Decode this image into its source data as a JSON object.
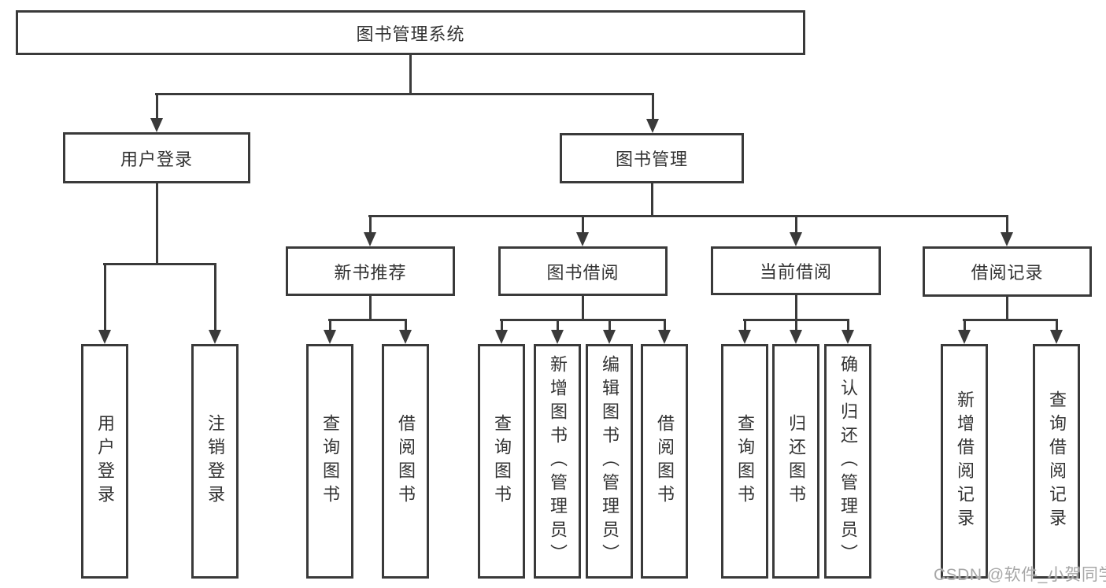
{
  "diagram": {
    "root": {
      "label": "图书管理系统"
    },
    "level2": [
      {
        "label": "用户登录"
      },
      {
        "label": "图书管理"
      }
    ],
    "level3": [
      {
        "label": "新书推荐"
      },
      {
        "label": "图书借阅"
      },
      {
        "label": "当前借阅"
      },
      {
        "label": "借阅记录"
      }
    ],
    "leaves": {
      "user_login": [
        "用户登录",
        "注销登录"
      ],
      "new_book_recommend": [
        "查询图书",
        "借阅图书"
      ],
      "book_borrow": [
        "查询图书",
        "新增图书（管理员）",
        "编辑图书（管理员）",
        "借阅图书"
      ],
      "current_borrow": [
        "查询图书",
        "归还图书",
        "确认归还（管理员）"
      ],
      "borrow_records": [
        "新增借阅记录",
        "查询借阅记录"
      ]
    },
    "colors": {
      "line": "#3a3a3a",
      "text": "#333333",
      "box_background": "#ffffff"
    }
  },
  "watermark": {
    "text": "CSDN @软件_小贺同学",
    "color": "#a8a8a8"
  }
}
